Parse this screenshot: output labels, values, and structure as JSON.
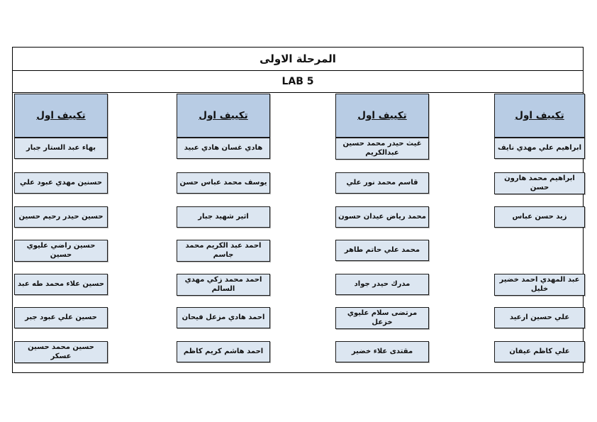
{
  "document": {
    "title": "المرحلة الاولى",
    "lab_label": "LAB 5"
  },
  "colors": {
    "header_box_fill": "#b8cce4",
    "student_box_fill": "#dce6f1",
    "box_border": "#1a1a1a"
  },
  "columns": [
    {
      "header": "تكييف اول",
      "students": [
        {
          "row": 1,
          "name": "بهاء عبد الستار جبار"
        },
        {
          "row": 2,
          "name": "حسنين مهدي عبود علي"
        },
        {
          "row": 3,
          "name": "حسين حيدر رحيم حسين"
        },
        {
          "row": 4,
          "name": "حسين راضي عليوي حسين"
        },
        {
          "row": 5,
          "name": "حسين علاء محمد طه عبد"
        },
        {
          "row": 6,
          "name": "حسين علي عبود جبر"
        },
        {
          "row": 7,
          "name": "حسين محمد حسين عسكر"
        }
      ]
    },
    {
      "header": "تكييف اول",
      "students": [
        {
          "row": 1,
          "name": "هادي غسان هادي عبيد"
        },
        {
          "row": 2,
          "name": "يوسف محمد عباس حسن"
        },
        {
          "row": 3,
          "name": "اثير شهيد جبار"
        },
        {
          "row": 4,
          "name": "احمد عبد الكريم محمد جاسم"
        },
        {
          "row": 5,
          "name": "احمد محمد زكي مهدي السالم"
        },
        {
          "row": 6,
          "name": "احمد هادي مزعل فيحان"
        },
        {
          "row": 7,
          "name": "احمد هاشم كريم كاظم"
        }
      ]
    },
    {
      "header": "تكييف اول",
      "students": [
        {
          "row": 1,
          "name": "غيث حيدر محمد حسين عبدالكريم"
        },
        {
          "row": 2,
          "name": "قاسم محمد نور علي"
        },
        {
          "row": 3,
          "name": "محمد رياض عيدان حسون"
        },
        {
          "row": 4,
          "name": "محمد علي حاتم طاهر"
        },
        {
          "row": 5,
          "name": "مدرك حيدر جواد"
        },
        {
          "row": 6,
          "name": "مرتضى سلام عليوي خزعل"
        },
        {
          "row": 7,
          "name": "مقتدى علاء خضير"
        }
      ]
    },
    {
      "header": "تكييف اول",
      "students": [
        {
          "row": 1,
          "name": "ابراهيم علي مهدي نايف"
        },
        {
          "row": 2,
          "name": "ابراهيم محمد هارون حسن"
        },
        {
          "row": 3,
          "name": "زيد حسن عباس"
        },
        {
          "row": 5,
          "name": "عبد المهدي احمد خضير خليل"
        },
        {
          "row": 6,
          "name": "علي حسين ارعيد"
        },
        {
          "row": 7,
          "name": "علي كاظم عيفان"
        }
      ]
    }
  ]
}
